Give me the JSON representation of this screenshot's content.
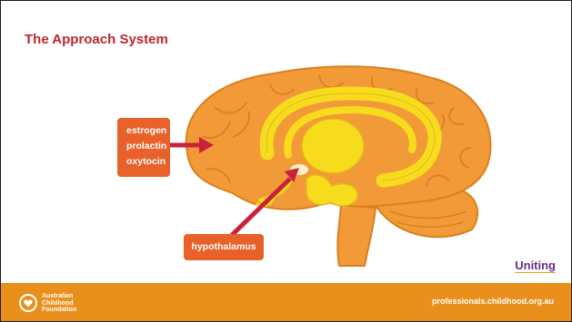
{
  "slide": {
    "title": "The Approach System"
  },
  "labels": {
    "hormones": [
      "estrogen",
      "prolactin",
      "oxytocin"
    ],
    "hypothalamus": "hypothalamus"
  },
  "brand": {
    "uniting": "Uniting"
  },
  "footer": {
    "org_lines": [
      "Australian",
      "Childhood",
      "Foundation"
    ],
    "url": "professionals.childhood.org.au"
  },
  "colors": {
    "title": "#c0262a",
    "brain": "#f29a38",
    "limbic": "#f7dc1e",
    "label_box": "#e8612b",
    "arrow": "#c9213a",
    "footer": "#e9901c",
    "uniting_text": "#6b2d8a"
  }
}
